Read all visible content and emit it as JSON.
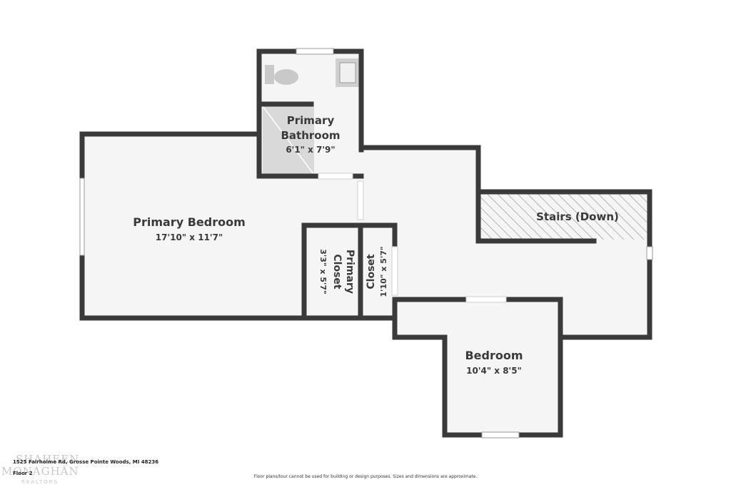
{
  "rooms": {
    "primary_bedroom": {
      "name": "Primary Bedroom",
      "dims": "17'10\" x 11'7\""
    },
    "primary_bathroom": {
      "name_line1": "Primary",
      "name_line2": "Bathroom",
      "dims": "6'1\" x 7'9\""
    },
    "primary_closet": {
      "name_line1": "Primary",
      "name_line2": "Closet",
      "dims": "3'3\" x 5'7\""
    },
    "closet": {
      "name": "Closet",
      "dims": "1'10\" x 5'7\""
    },
    "stairs": {
      "name": "Stairs (Down)"
    },
    "bedroom": {
      "name": "Bedroom",
      "dims": "10'4\" x 8'5\""
    }
  },
  "footer": {
    "address": "1525 Fairholme Rd, Grosse Pointe Woods, MI 48236",
    "floor": "Floor 2",
    "disclaimer": "Floor plans/tour cannot be used for building or design purposes. Sizes and dimensions are approximate."
  },
  "logo": {
    "line1": "SHAHEEN",
    "line2": "MONAGHAN",
    "line3": "REALTORS"
  },
  "colors": {
    "wall": "#3a3a3a",
    "floor": "#f5f5f5",
    "fixture": "#d9d9d9",
    "text": "#3a3a3a"
  }
}
